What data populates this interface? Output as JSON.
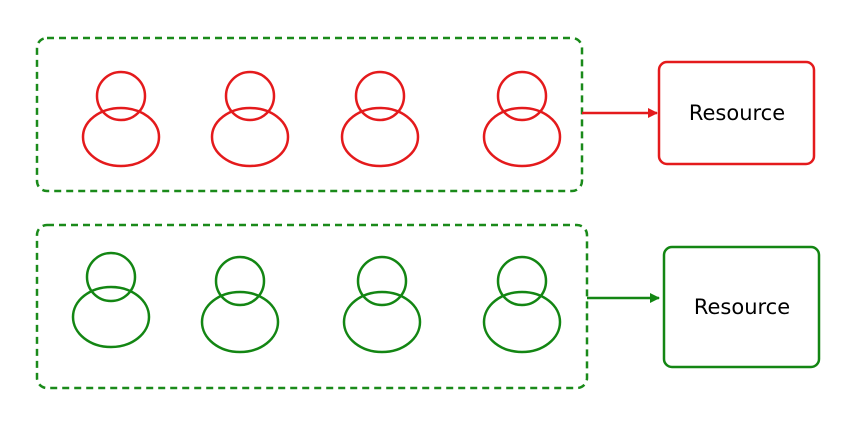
{
  "rows": [
    {
      "id": "red",
      "color": "#e41a1c",
      "group_border_color": "#1a8a1a",
      "user_count": 4,
      "resource_label": "Resource"
    },
    {
      "id": "green",
      "color": "#138613",
      "group_border_color": "#1a8a1a",
      "user_count": 4,
      "resource_label": "Resource"
    }
  ]
}
